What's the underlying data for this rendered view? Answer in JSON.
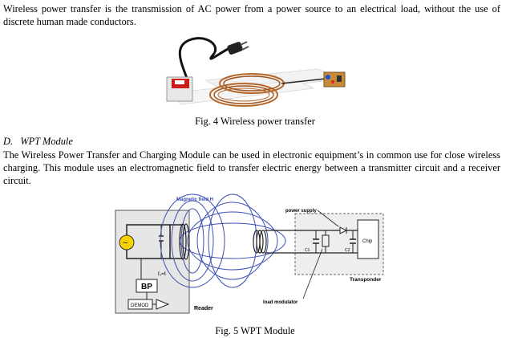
{
  "paragraph1": "Wireless power transfer is the transmission of AC power from a power source to an electrical load, without the use of discrete human made conductors.",
  "figure4": {
    "caption": "Fig. 4 Wireless power transfer"
  },
  "section": {
    "label": "D.",
    "title": "WPT Module"
  },
  "paragraph2": "The Wireless Power Transfer and Charging Module can be used in electronic equipment’s in common use for close wireless charging. This module uses an electromagnetic field to transfer electric energy between a transmitter circuit and a receiver circuit.",
  "figure5": {
    "caption": "Fig. 5 WPT Module",
    "labels": {
      "magnetic_field": "Magnetic field  H",
      "power_supply": "power supply",
      "chip": "Chip",
      "transponder": "Transponder",
      "load_modulator": "load modulator",
      "reader": "Reader",
      "bp": "BP",
      "f": "f₀=fₗ",
      "c1": "C1",
      "c2": "C2",
      "demod": "DEMOD"
    }
  }
}
